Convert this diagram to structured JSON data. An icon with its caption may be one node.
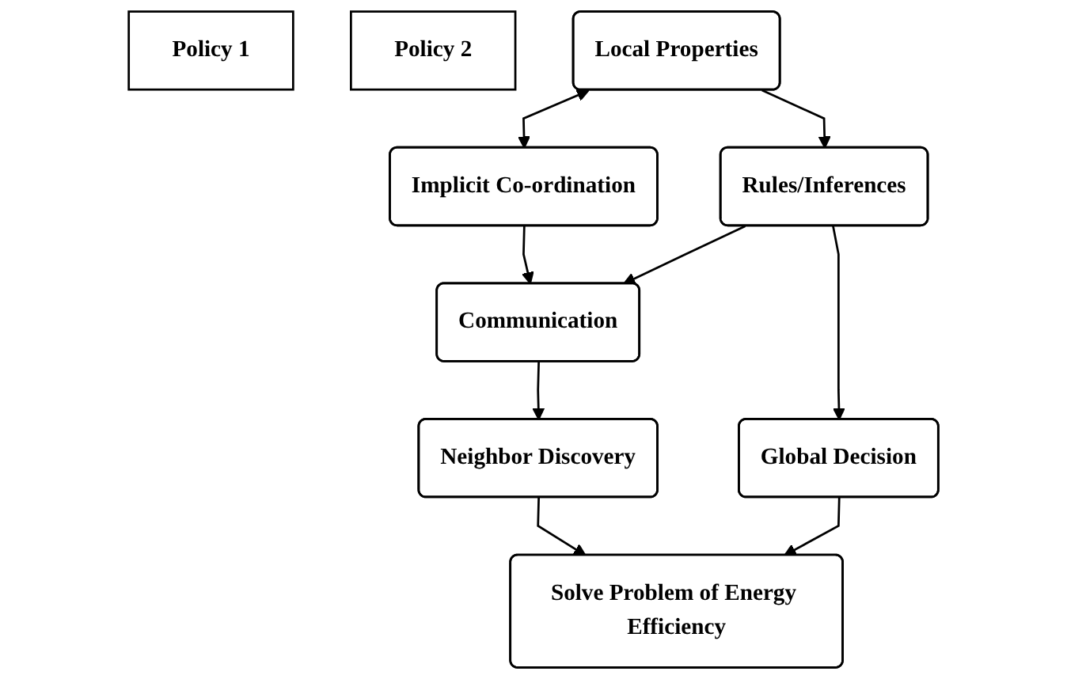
{
  "diagram": {
    "nodes": [
      {
        "text": [
          "Policy 1"
        ]
      },
      {
        "text": [
          "Policy 2"
        ]
      },
      {
        "text": [
          "Local Properties"
        ]
      },
      {
        "text": [
          "Implicit Co-ordination"
        ]
      },
      {
        "text": [
          "Rules/Inferences"
        ]
      },
      {
        "text": [
          "Communication"
        ]
      },
      {
        "text": [
          "Global Decision"
        ]
      },
      {
        "text": [
          "Neighbor Discovery"
        ]
      },
      {
        "text": [
          "Solve Problem of Energy Efficiency"
        ]
      }
    ],
    "edges": [
      {
        "from": 2,
        "to": 3,
        "arrow": "both"
      },
      {
        "from": 2,
        "to": 4,
        "arrow": "to"
      },
      {
        "from": 3,
        "to": 5,
        "arrow": "to"
      },
      {
        "from": 4,
        "to": 5,
        "arrow": "to"
      },
      {
        "from": 4,
        "to": 6,
        "arrow": "to"
      },
      {
        "from": 5,
        "to": 7,
        "arrow": "to"
      },
      {
        "from": 6,
        "to": 8,
        "arrow": "to"
      },
      {
        "from": 7,
        "to": 8,
        "arrow": "to"
      }
    ]
  }
}
